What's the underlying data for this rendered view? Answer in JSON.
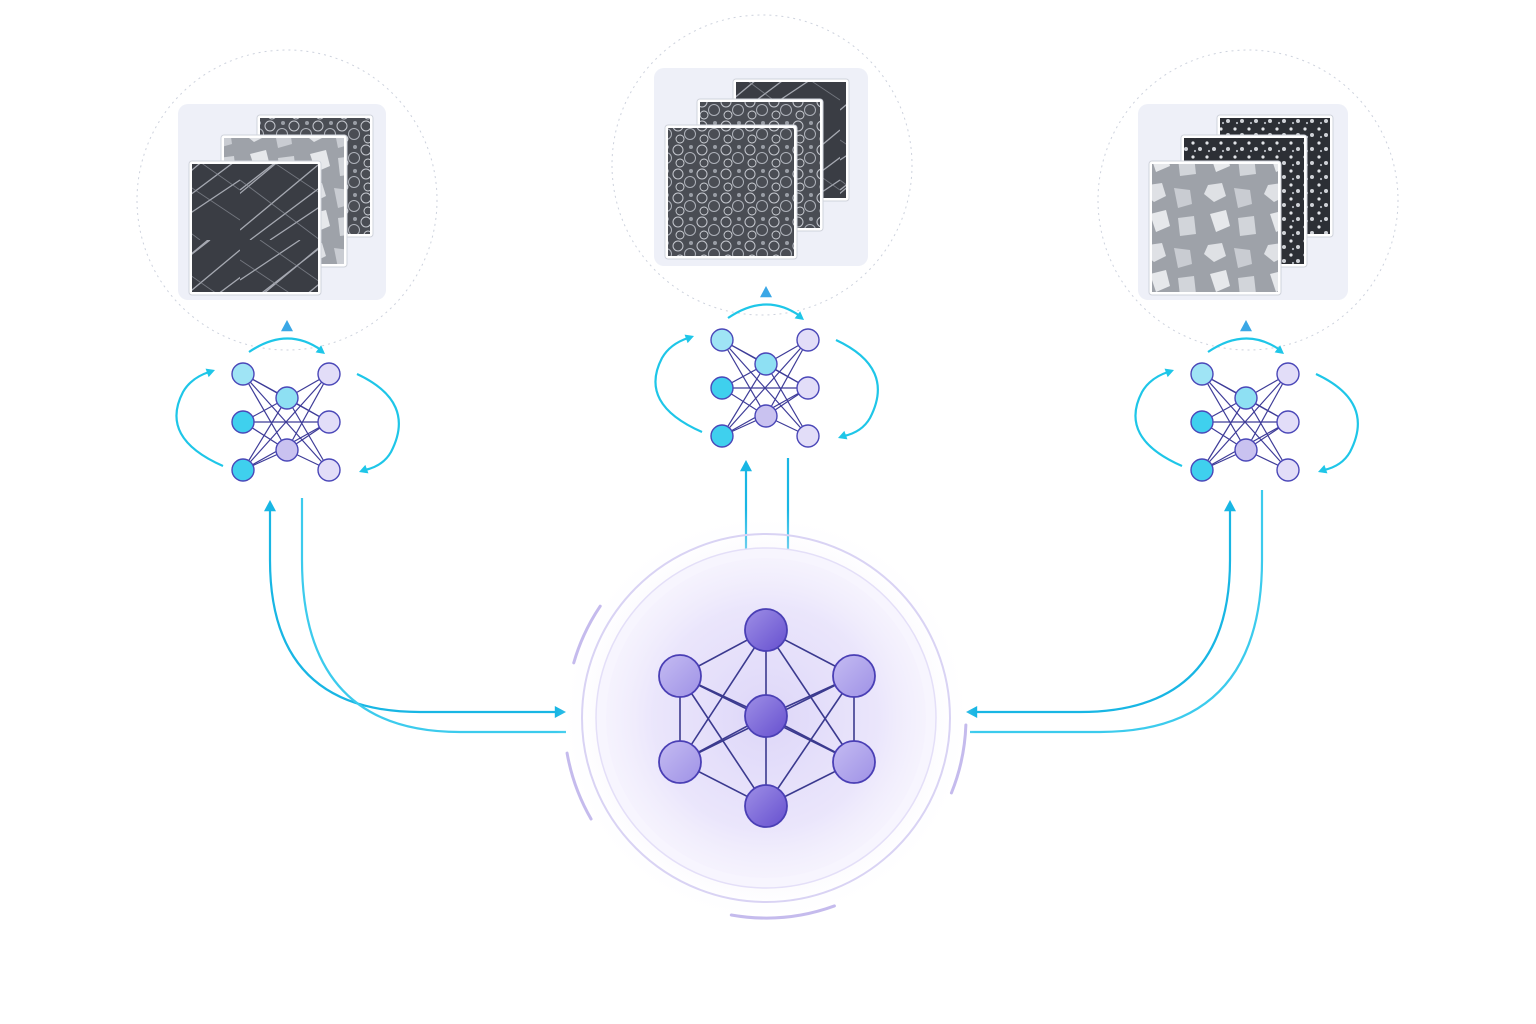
{
  "diagram": {
    "type": "federated-learning",
    "colors": {
      "cyan": "#1ec6e8",
      "cyan_light": "#b6eef8",
      "violet": "#7560d6",
      "violet_light": "#c9c1f0",
      "node_stroke": "#4a47b8",
      "panel": "#eef0f8",
      "halo": "#ece8fb"
    },
    "global_model": {
      "icon": "neural-network-icon"
    },
    "clients": [
      {
        "id": "left",
        "texture": "fiber",
        "icon": "neural-network-icon"
      },
      {
        "id": "center",
        "texture": "cellular",
        "icon": "neural-network-icon"
      },
      {
        "id": "right",
        "texture": "granular",
        "icon": "neural-network-icon"
      }
    ]
  }
}
